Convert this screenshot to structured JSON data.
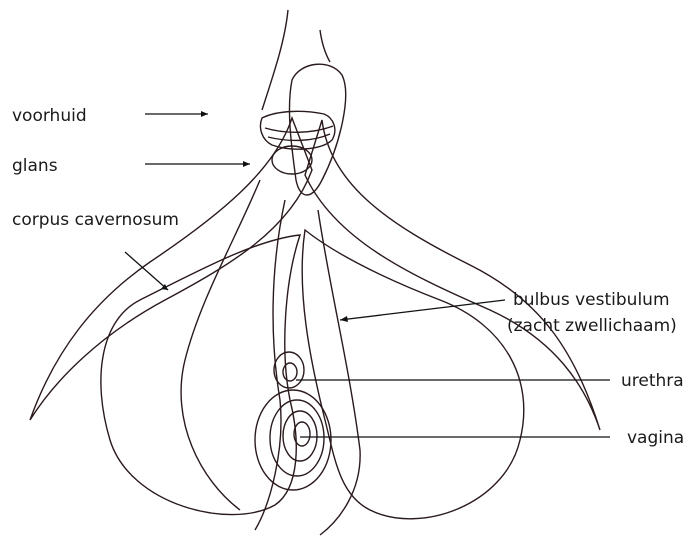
{
  "labels": {
    "voorhuid": "voorhuid",
    "glans": "glans",
    "corpus_cavernosum": "corpus cavernosum",
    "bulbus_line1": "bulbus vestibulum",
    "bulbus_line2": "(zacht zwellichaam)",
    "urethra": "urethra",
    "vagina": "vagina"
  },
  "colors": {
    "crura_fill": "#df8ea3",
    "crura_highlight": "#f2c3cf",
    "bulb_fill": "#f8e8e1",
    "bulb_shade": "#efd2cc",
    "opening_fill": "#e5c9c0",
    "line": "#2a1a1c"
  }
}
